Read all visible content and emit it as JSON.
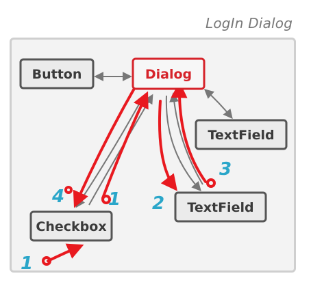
{
  "caption": "LogIn Dialog",
  "nodes": {
    "button": "Button",
    "dialog": "Dialog",
    "textfield_top": "TextField",
    "checkbox": "Checkbox",
    "textfield_bottom": "TextField"
  },
  "step_markers": [
    "1",
    "1",
    "2",
    "3",
    "4"
  ],
  "colors": {
    "mediator_highlight": "#d6232a",
    "annotation_red": "#e8191f",
    "step_number": "#2aa6c9",
    "node_border": "#555555",
    "connector": "#777777"
  }
}
